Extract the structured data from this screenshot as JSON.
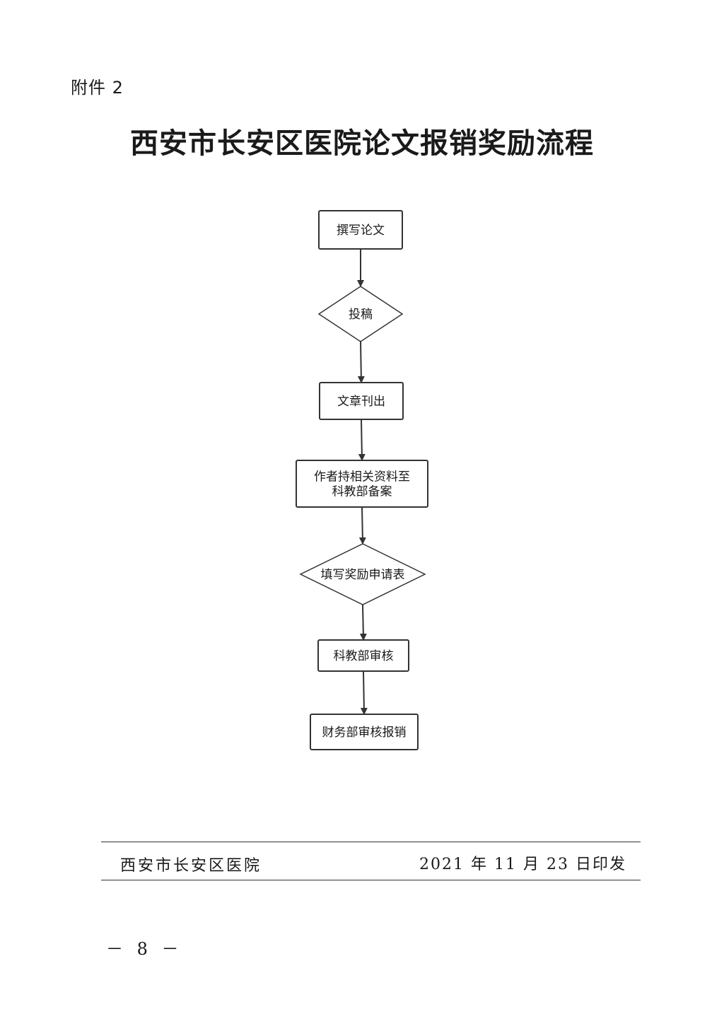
{
  "header": {
    "attachment_label": "附件 2",
    "title": "西安市长安区医院论文报销奖励流程"
  },
  "flow": {
    "nodes": [
      {
        "id": "write",
        "shape": "rect",
        "lines": [
          "撰写论文"
        ]
      },
      {
        "id": "submit",
        "shape": "diamond",
        "lines": [
          "投稿"
        ]
      },
      {
        "id": "publish",
        "shape": "rect",
        "lines": [
          "文章刊出"
        ]
      },
      {
        "id": "file",
        "shape": "rect",
        "lines": [
          "作者持相关资料至",
          "科教部备案"
        ]
      },
      {
        "id": "apply",
        "shape": "diamond",
        "lines": [
          "填写奖励申请表"
        ]
      },
      {
        "id": "review",
        "shape": "rect",
        "lines": [
          "科教部审核"
        ]
      },
      {
        "id": "finance",
        "shape": "rect",
        "lines": [
          "财务部审核报销"
        ]
      }
    ]
  },
  "footer": {
    "issuer": "西安市长安区医院",
    "issue_date": "2021 年 11 月 23 日印发",
    "page_number": "－ 8 －"
  }
}
